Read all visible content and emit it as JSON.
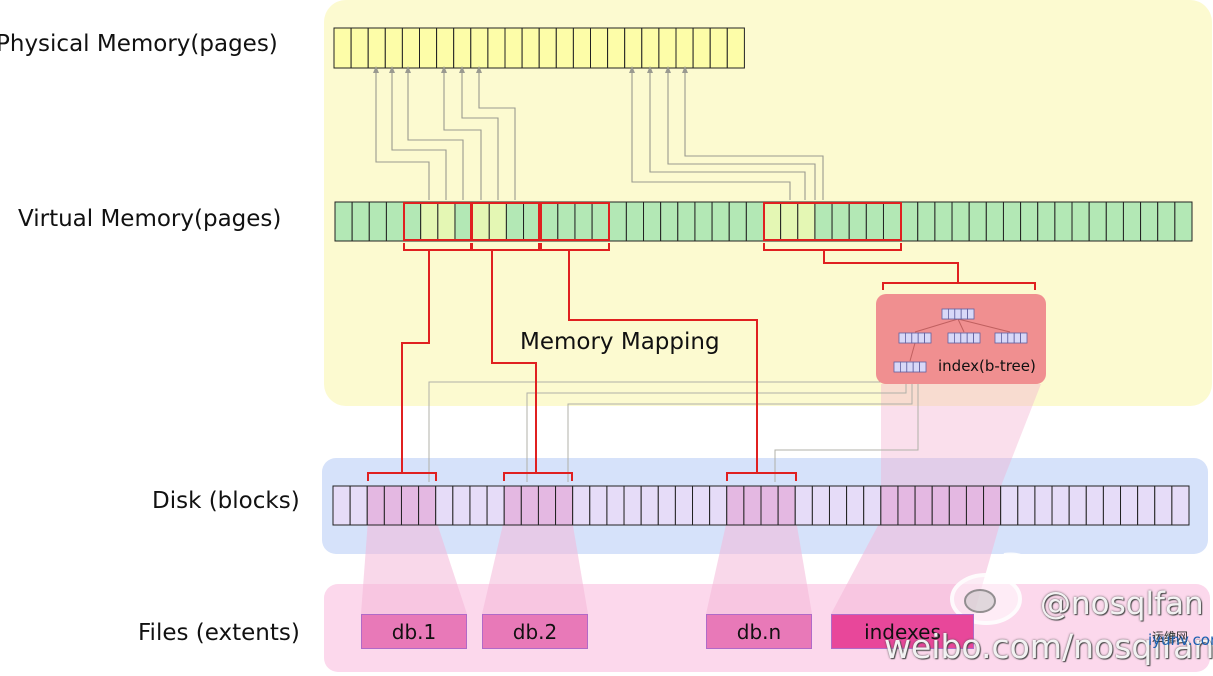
{
  "labels": {
    "physical": "Physical Memory(pages)",
    "virtual": "Virtual Memory(pages)",
    "disk": "Disk (blocks)",
    "files": "Files (extents)",
    "mapping": "Memory Mapping",
    "index": "index(b-tree)"
  },
  "files": {
    "db1": "db.1",
    "db2": "db.2",
    "dbn": "db.n",
    "indexes": "indexes"
  },
  "watermark": {
    "handle": "@nosqlfan",
    "url": "weibo.com/nosqlfan",
    "site": "iyunv.com",
    "site_cn": "运维网",
    "logo_icon": "weibo-logo-icon"
  },
  "colors": {
    "memory_region": "#fcfad0",
    "disk_region": "#d6e2fa",
    "files_region": "#fcd8ec",
    "physical_page": "#fdfda8",
    "virtual_page": "#b3e8b5",
    "virtual_highlight": "#e4f7b4",
    "disk_block": "#e6dcf8",
    "disk_highlight": "#e4b8e2",
    "mapping_line": "#e02020",
    "index_box": "#f08f90",
    "file_box": "#e879b8",
    "indexes_box": "#e8479a"
  }
}
